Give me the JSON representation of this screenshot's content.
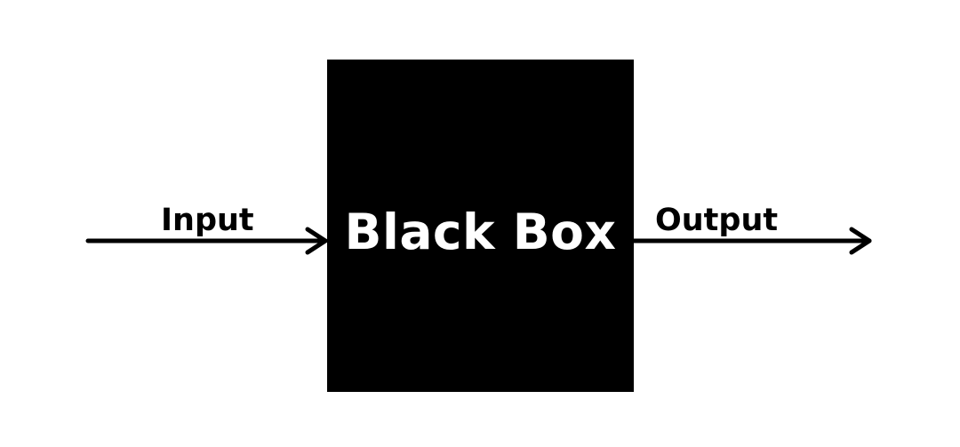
{
  "diagram": {
    "box_label": "Black Box",
    "input_label": "Input",
    "output_label": "Output"
  },
  "colors": {
    "background": "#ffffff",
    "box_fill": "#000000",
    "box_text": "#ffffff",
    "arrow": "#000000"
  }
}
